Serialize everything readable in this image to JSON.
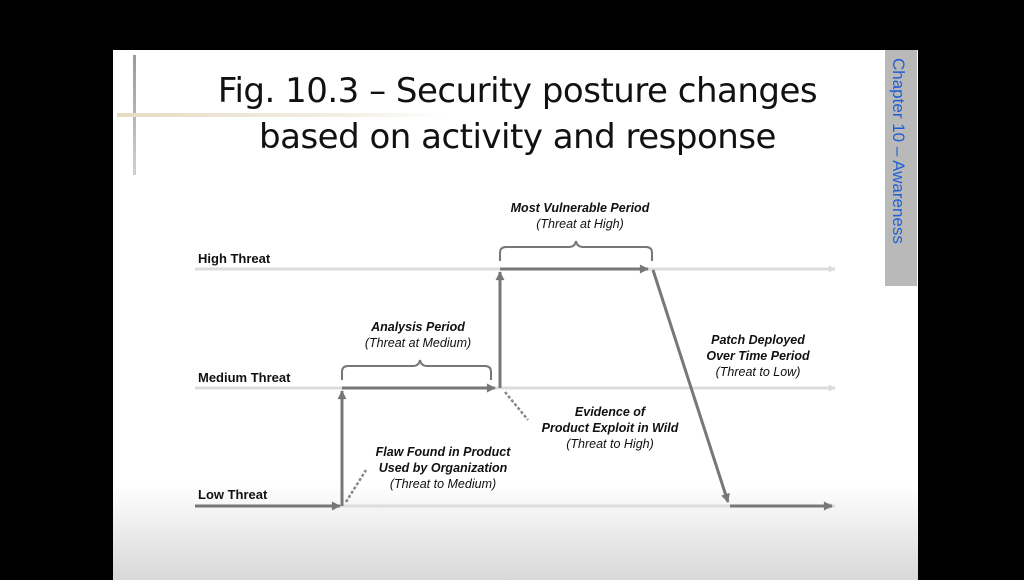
{
  "slide": {
    "title_line1": "Fig. 10.3 – Security posture changes",
    "title_line2": "based on activity and response",
    "side_tab": "Chapter 10 – Awareness"
  },
  "diagram": {
    "levels": {
      "high": "High Threat",
      "medium": "Medium Threat",
      "low": "Low Threat"
    },
    "annotations": {
      "most_vulnerable_title": "Most Vulnerable Period",
      "most_vulnerable_sub": "(Threat at High)",
      "analysis_title": "Analysis Period",
      "analysis_sub": "(Threat at Medium)",
      "patch_line1": "Patch Deployed",
      "patch_line2": "Over Time Period",
      "patch_sub": "(Threat to Low)",
      "evidence_line1": "Evidence of",
      "evidence_line2": "Product Exploit in Wild",
      "evidence_sub": "(Threat to High)",
      "flaw_line1": "Flaw Found in Product",
      "flaw_line2": "Used by Organization",
      "flaw_sub": "(Threat to Medium)"
    },
    "colors": {
      "path": "#777777",
      "guide": "#dcdcdc",
      "callout": "#888888"
    }
  }
}
